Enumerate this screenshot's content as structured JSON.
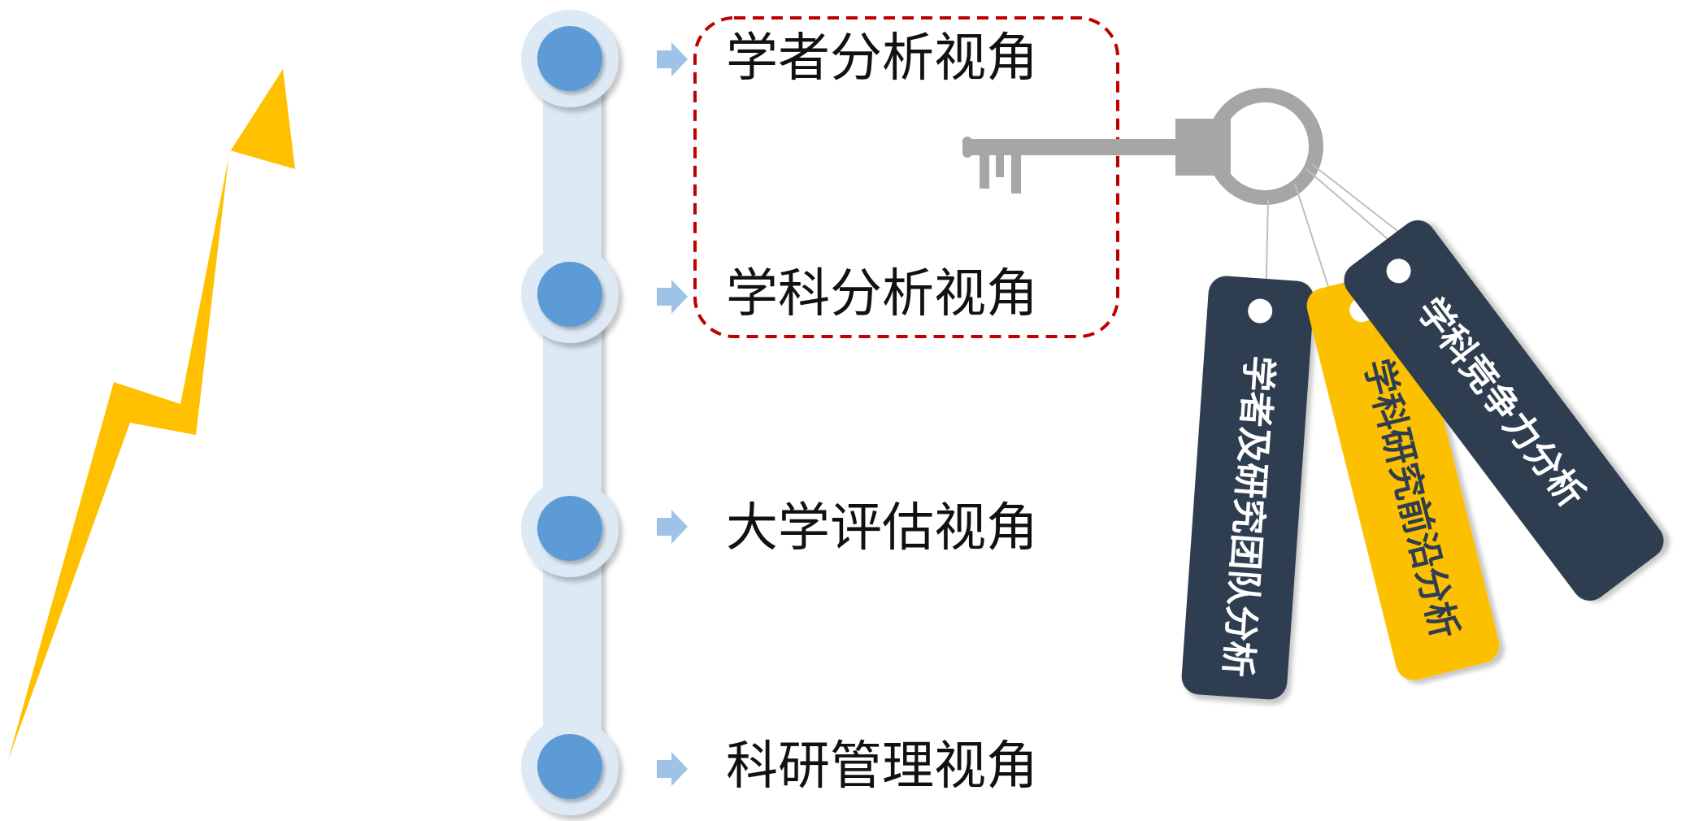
{
  "perspectives": [
    {
      "label": "学者分析视角",
      "highlighted": true
    },
    {
      "label": "学科分析视角",
      "highlighted": true
    },
    {
      "label": "大学评估视角",
      "highlighted": false
    },
    {
      "label": "科研管理视角",
      "highlighted": false
    }
  ],
  "tags": [
    {
      "label": "学者及研究团队分析",
      "color": "#2e3e50",
      "text_color": "#ffffff"
    },
    {
      "label": "学科研究前沿分析",
      "color": "#fcc000",
      "text_color": "#2e3e50"
    },
    {
      "label": "学科竞争力分析",
      "color": "#2e3e50",
      "text_color": "#ffffff"
    }
  ],
  "colors": {
    "node_fill": "#5b9bd5",
    "node_ring": "#dde9f5",
    "connector": "#dde9f5",
    "arrow": "#9dc3e6",
    "highlight_border": "#c00000",
    "key": "#a6a6a6",
    "growth_arrow": "#ffc000"
  },
  "icons": {
    "key": "key-icon",
    "growth": "growth-arrow-icon",
    "pointer": "right-arrow-icon"
  }
}
